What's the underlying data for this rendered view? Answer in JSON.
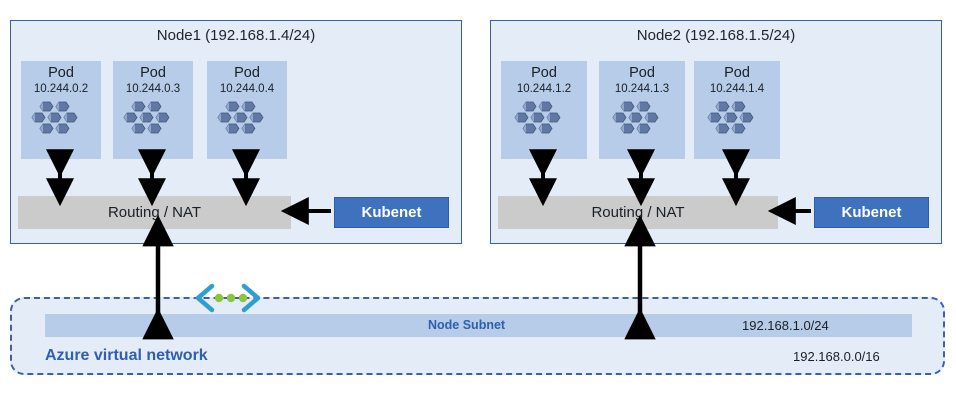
{
  "diagram": {
    "title_note": "AKS kubenet networking topology",
    "colors": {
      "node_fill": "#e4ecf7",
      "node_border": "#3a5f9e",
      "pod_fill": "#b6cce8",
      "routing_fill": "#cbcbcb",
      "kubenet_fill": "#3e72bf",
      "vnet_border": "#3f5fa8",
      "accent_blue": "#2f5fad",
      "connector_blue": "#2f9fd0",
      "connector_dot_green": "#8cc63f",
      "arrow_black": "#000000"
    }
  },
  "nodes": [
    {
      "id": "node1",
      "title": "Node1 (192.168.1.4/24)",
      "pods": [
        {
          "label": "Pod",
          "ip": "10.244.0.2",
          "icon": "pod-cluster-icon"
        },
        {
          "label": "Pod",
          "ip": "10.244.0.3",
          "icon": "pod-cluster-icon"
        },
        {
          "label": "Pod",
          "ip": "10.244.0.4",
          "icon": "pod-cluster-icon"
        }
      ],
      "routing_label": "Routing / NAT",
      "kubenet_label": "Kubenet"
    },
    {
      "id": "node2",
      "title": "Node2 (192.168.1.5/24)",
      "pods": [
        {
          "label": "Pod",
          "ip": "10.244.1.2",
          "icon": "pod-cluster-icon"
        },
        {
          "label": "Pod",
          "ip": "10.244.1.3",
          "icon": "pod-cluster-icon"
        },
        {
          "label": "Pod",
          "ip": "10.244.1.4",
          "icon": "pod-cluster-icon"
        }
      ],
      "routing_label": "Routing / NAT",
      "kubenet_label": "Kubenet"
    }
  ],
  "vnet": {
    "label": "Azure virtual network",
    "cidr": "192.168.0.0/16",
    "subnet": {
      "label": "Node Subnet",
      "cidr": "192.168.1.0/24"
    },
    "connector_icon": "chevron-dots-connector-icon"
  }
}
